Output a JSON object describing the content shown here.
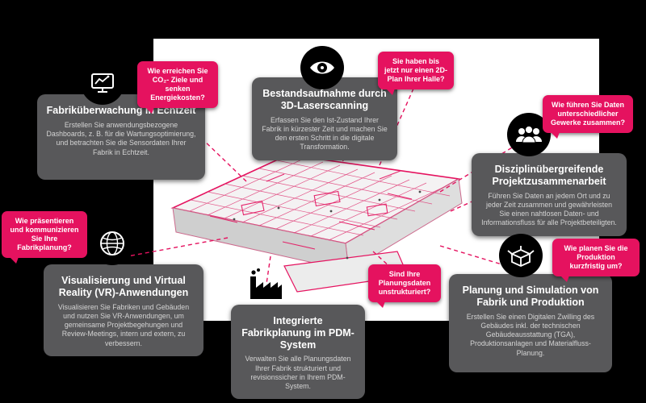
{
  "colors": {
    "background": "#000000",
    "panel": "#ffffff",
    "card_background": "#58585a",
    "card_title": "#ffffff",
    "card_body": "#d4d4d4",
    "accent_pink": "#e5125f",
    "icon_background": "#000000",
    "icon_glyph": "#ffffff"
  },
  "scene": {
    "model_name": "factory-3d-laser-scan-model"
  },
  "cards": [
    {
      "id": "factory-monitoring",
      "icon": "dashboard-monitor-icon",
      "title": "Fabriküberwachung in Echtzeit",
      "body": "Erstellen Sie anwendungsbezogene Dashboards, z. B. für die Wartungsoptimierung, und betrachten Sie die Sensordaten Ihrer Fabrik in Echtzeit.",
      "question": "Wie erreichen Sie CO₂- Ziele und senken Energiekosten?"
    },
    {
      "id": "laser-scanning",
      "icon": "eye-icon",
      "title": "Bestandsaufnahme durch 3D-Laserscanning",
      "body": "Erfassen Sie den Ist-Zustand Ihrer Fabrik in kürzester Zeit und machen Sie den ersten Schritt in die digitale Transformation.",
      "question": "Sie haben bis jetzt nur einen 2D-Plan Ihrer Halle?"
    },
    {
      "id": "project-collaboration",
      "icon": "people-group-icon",
      "title": "Disziplinübergreifende Projektzusammenarbeit",
      "body": "Führen Sie Daten an jedem Ort und zu jeder Zeit zusammen und gewährleisten Sie einen nahtlosen Daten- und Informationsfluss für alle Projektbeteiligten.",
      "question": "Wie führen Sie Daten unterschiedlicher Gewerke zusammen?"
    },
    {
      "id": "vr-visualization",
      "icon": "globe-icon",
      "title": "Visualisierung und Virtual Reality (VR)-Anwendungen",
      "body": "Visualisieren Sie Fabriken und Gebäuden und nutzen Sie VR-Anwendungen, um gemeinsame Projektbegehungen und Review-Meetings, intern und extern, zu verbessern.",
      "question": "Wie präsentieren und kommunizieren Sie Ihre Fabrikplanung?"
    },
    {
      "id": "pdm-planning",
      "icon": "factory-icon",
      "title": "Integrierte Fabrikplanung im PDM-System",
      "body": "Verwalten Sie alle Planungsdaten Ihrer Fabrik strukturiert und revisionssicher in Ihrem PDM-System.",
      "question": "Sind Ihre Planungsdaten unstrukturiert?"
    },
    {
      "id": "simulation",
      "icon": "cube-box-icon",
      "title": "Planung und Simulation von Fabrik und Produktion",
      "body": "Erstellen Sie einen Digitalen Zwilling des Gebäudes inkl. der technischen Gebäudeausstattung (TGA), Produktionsanlagen und Materialfluss-Planung.",
      "question": "Wie planen Sie die Produktion kurzfristig um?"
    }
  ]
}
